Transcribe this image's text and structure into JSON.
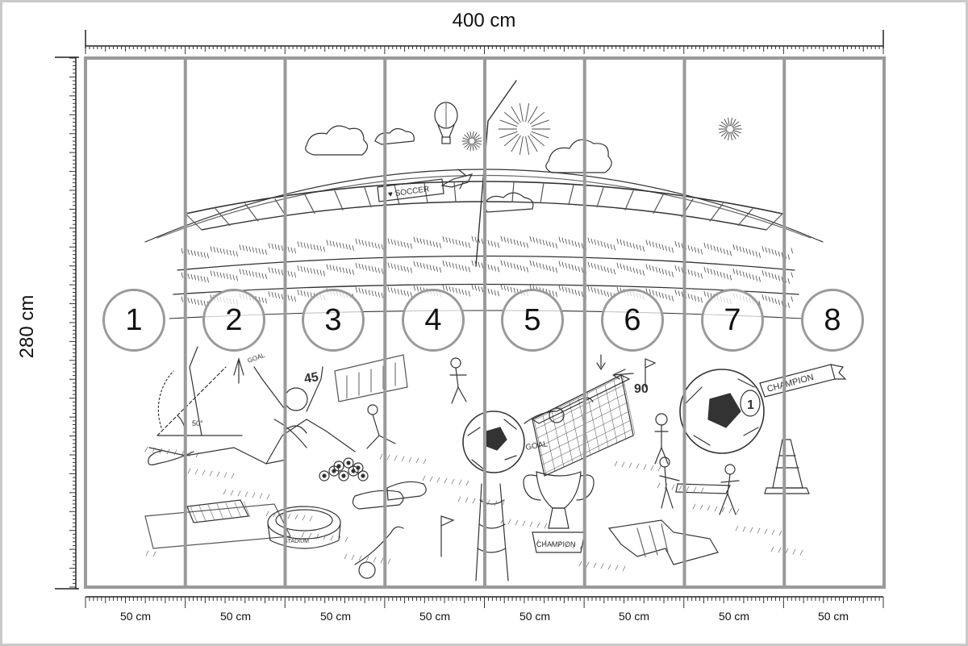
{
  "dimensions": {
    "total_width": "400 cm",
    "total_height": "280 cm"
  },
  "panels": [
    {
      "number": "1",
      "width": "50 cm"
    },
    {
      "number": "2",
      "width": "50 cm"
    },
    {
      "number": "3",
      "width": "50 cm"
    },
    {
      "number": "4",
      "width": "50 cm"
    },
    {
      "number": "5",
      "width": "50 cm"
    },
    {
      "number": "6",
      "width": "50 cm"
    },
    {
      "number": "7",
      "width": "50 cm"
    },
    {
      "number": "8",
      "width": "50 cm"
    }
  ],
  "artwork": {
    "illustration": "soccer stadium sketch",
    "texts": {
      "banner": "I ♥ SOCCER",
      "score_left": "45",
      "score_right": "90",
      "goal_1": "GOAL",
      "goal_2": "GOAL",
      "trophy": "CHAMPION",
      "ribbon": "CHAMPION",
      "stadium": "STADIUM",
      "angle": "50°",
      "ball_number": "1"
    }
  },
  "colors": {
    "frame": "#9a9a9a",
    "ink": "#222222",
    "ruler": "#333333"
  }
}
